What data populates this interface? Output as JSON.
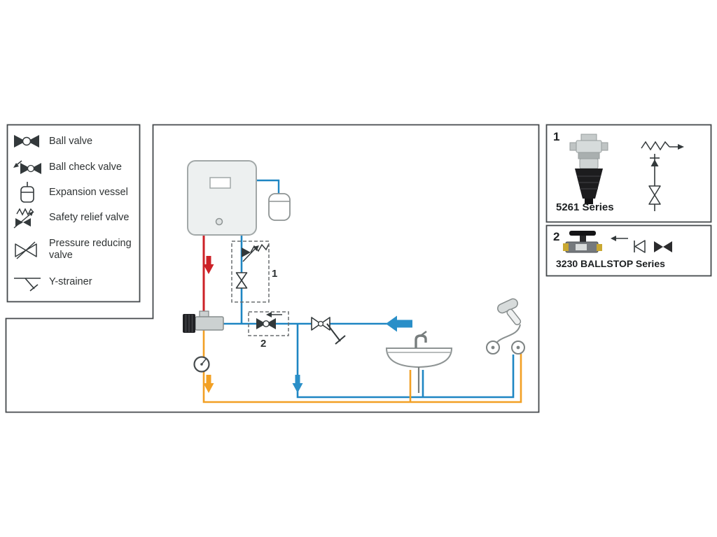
{
  "legend": {
    "items": [
      {
        "label": "Ball valve"
      },
      {
        "label": "Ball check valve"
      },
      {
        "label": "Expansion vessel"
      },
      {
        "label": "Safety relief valve"
      },
      {
        "label": "Pressure reducing valve"
      },
      {
        "label": "Y-strainer"
      }
    ]
  },
  "diagram": {
    "callout_1": "1",
    "callout_2": "2"
  },
  "products": [
    {
      "number": "1",
      "name": "5261 Series"
    },
    {
      "number": "2",
      "name": "3230 BALLSTOP Series"
    }
  ],
  "colors": {
    "hot_water": "#cc2127",
    "cold_water": "#1e86c3",
    "mixed_water": "#f2a024",
    "outline": "#33393b"
  }
}
